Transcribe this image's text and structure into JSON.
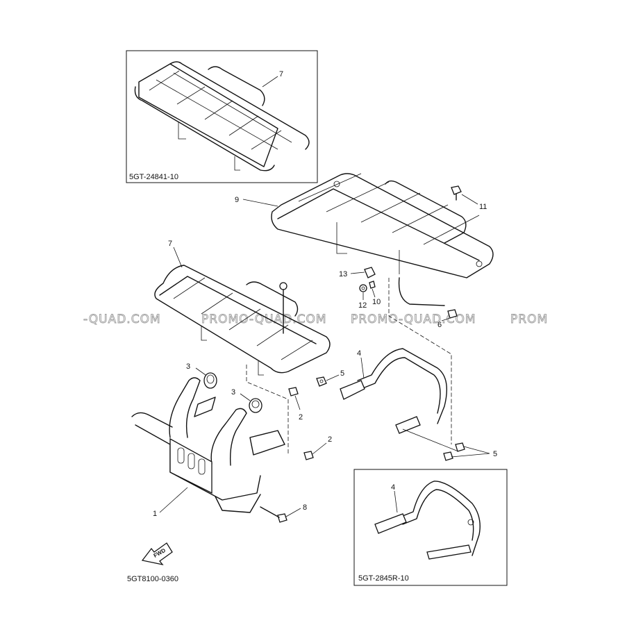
{
  "diagram": {
    "watermark": [
      "-QUAD.COM",
      "PROMO-QUAD.COM",
      "PROMO-QUAD.COM",
      "PROM"
    ],
    "inset_top": {
      "code": "5GT-24841-10",
      "callout": "7"
    },
    "inset_bottom": {
      "code": "5GT-2845R-10",
      "callout": "4"
    },
    "main_code": "5GT8100-0360",
    "fwd_label": "FWD",
    "callouts": {
      "rear_rack": "9",
      "bolt_11": "11",
      "front_rack": "7",
      "clip_13": "13",
      "nut_12": "12",
      "pin_10": "10",
      "bolt_6": "6",
      "grommet_upper": "3",
      "grommet_lower": "3",
      "bolt_2_upper": "2",
      "bolt_2_lower": "2",
      "guard_4": "4",
      "bolt_5_left": "5",
      "bolt_5_right": "5",
      "bumper_1": "1",
      "bolt_8": "8"
    }
  }
}
